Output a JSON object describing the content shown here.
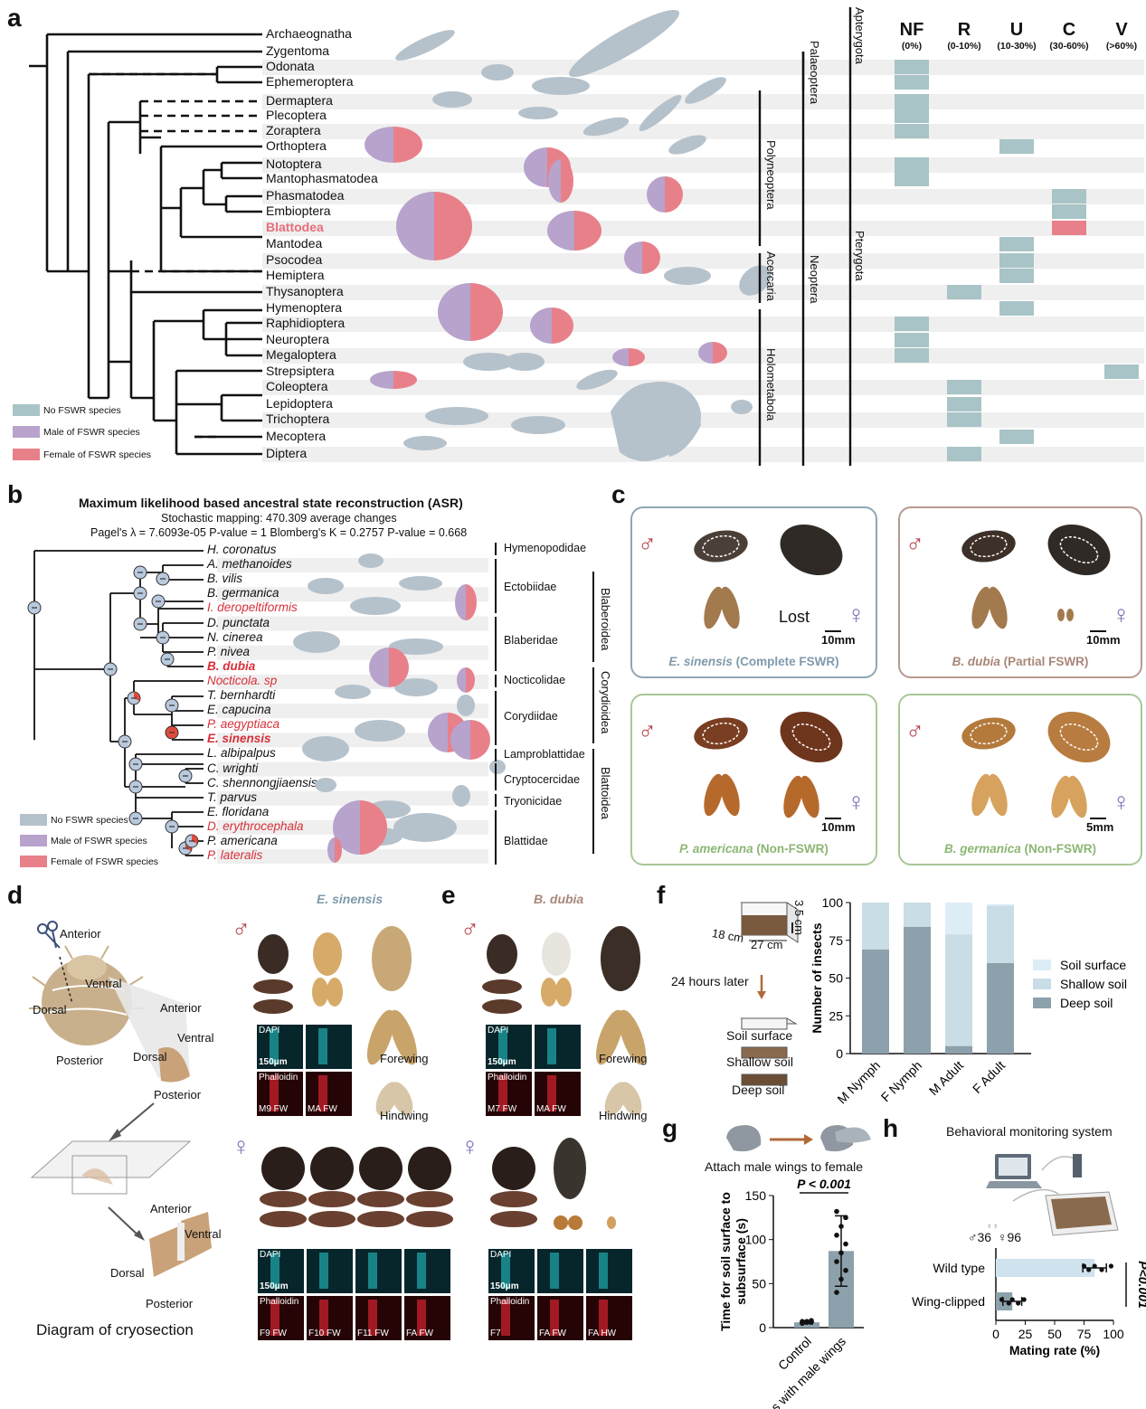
{
  "panel_labels": [
    "a",
    "b",
    "c",
    "d",
    "e",
    "f",
    "g",
    "h"
  ],
  "panel_a": {
    "taxa": [
      "Archaeognatha",
      "Zygentoma",
      "Odonata",
      "Ephemeroptera",
      "Dermaptera",
      "Plecoptera",
      "Zoraptera",
      "Orthoptera",
      "Notoptera",
      "Mantophasmatodea",
      "Phasmatodea",
      "Embioptera",
      "Blattodea",
      "Mantodea",
      "Psocodea",
      "Hemiptera",
      "Thysanoptera",
      "Hymenoptera",
      "Raphidioptera",
      "Neuroptera",
      "Megaloptera",
      "Strepsiptera",
      "Coleoptera",
      "Lepidoptera",
      "Trichoptera",
      "Mecoptera",
      "Diptera"
    ],
    "highlight_taxon": "Blattodea",
    "clade_labels": {
      "apterygota": "Apterygota",
      "palaeoptera": "Palaeoptera",
      "polyneoptera": "Polyneoptera",
      "acercaria": "Acercaria",
      "holometabola": "Holometabola",
      "neoptera": "Neoptera",
      "pterygota": "Pterygota"
    },
    "columns": [
      {
        "name": "NF",
        "range": "(0%)"
      },
      {
        "name": "R",
        "range": "(0-10%)"
      },
      {
        "name": "U",
        "range": "(10-30%)"
      },
      {
        "name": "C",
        "range": "(30-60%)"
      },
      {
        "name": "V",
        "range": "(>60%)"
      }
    ],
    "category_by_taxon": [
      "",
      "",
      "NF",
      "NF",
      "NF",
      "NF",
      "NF",
      "U",
      "NF",
      "NF",
      "C",
      "C",
      "C",
      "U",
      "U",
      "U",
      "R",
      "U",
      "NF",
      "NF",
      "NF",
      "V",
      "R",
      "R",
      "R",
      "U",
      "R"
    ],
    "female_row_index": 12,
    "legend": [
      "No FSWR species",
      "Male of FSWR species",
      "Female of FSWR species"
    ],
    "colors": {
      "no_fswr": "#a8c4c6",
      "male": "#b7a3cc",
      "female": "#e8808a",
      "silhouette": "#b6c2cb",
      "stripe": "#efefef"
    }
  },
  "panel_b": {
    "title": "Maximum likelihood based ancestral state reconstruction (ASR)",
    "subtitle1": "Stochastic mapping:  470.309 average changes",
    "subtitle2": "Pagel's λ = 7.6093e-05 P-value = 1 Blomberg's K = 0.2757 P-value = 0.668",
    "species": [
      {
        "name": "H. coronatus",
        "style": "normal"
      },
      {
        "name": "A. methanoides",
        "style": "normal"
      },
      {
        "name": "B. vilis",
        "style": "normal"
      },
      {
        "name": "B. germanica",
        "style": "normal"
      },
      {
        "name": "I. deropeltiformis",
        "style": "red"
      },
      {
        "name": "D. punctata",
        "style": "normal"
      },
      {
        "name": "N. cinerea",
        "style": "normal"
      },
      {
        "name": "P. nivea",
        "style": "normal"
      },
      {
        "name": "B. dubia",
        "style": "redbold"
      },
      {
        "name": "Nocticola. sp",
        "style": "red"
      },
      {
        "name": "T. bernhardti",
        "style": "normal"
      },
      {
        "name": "E. capucina",
        "style": "normal"
      },
      {
        "name": "P. aegyptiaca",
        "style": "red"
      },
      {
        "name": "E. sinensis",
        "style": "redbold"
      },
      {
        "name": "L. albipalpus",
        "style": "normal"
      },
      {
        "name": "C. wrighti",
        "style": "normal"
      },
      {
        "name": "C. shennongjiaensis",
        "style": "normal"
      },
      {
        "name": "T. parvus",
        "style": "normal"
      },
      {
        "name": "E. floridana",
        "style": "normal"
      },
      {
        "name": "D. erythrocephala",
        "style": "red"
      },
      {
        "name": "P. americana",
        "style": "normal"
      },
      {
        "name": "P. lateralis",
        "style": "red"
      }
    ],
    "families": [
      "Hymenopodidae",
      "Ectobiidae",
      "Blaberidae",
      "Nocticolidae",
      "Corydiidae",
      "Lamproblattidae",
      "Cryptocercidae",
      "Tryonicidae",
      "Blattidae"
    ],
    "superfamilies": [
      "Blaberoidea",
      "Corydioidea",
      "Blattoidea"
    ],
    "legend": [
      "No FSWR species",
      "Male of FSWR species",
      "Female of FSWR species"
    ]
  },
  "panel_c": {
    "cards": [
      {
        "species": "E. sinensis",
        "desc": " (Complete FSWR)",
        "scale": "10mm",
        "lost": "Lost",
        "border": "#8fa6b4",
        "capcolor": "#7f9aab"
      },
      {
        "species": "B. dubia",
        "desc": " (Partial FSWR)",
        "scale": "10mm",
        "lost": "",
        "border": "#b79a90",
        "capcolor": "#a88778"
      },
      {
        "species": "P. americana",
        "desc": " (Non-FSWR)",
        "scale": "10mm",
        "lost": "",
        "border": "#a9c796",
        "capcolor": "#8cb673"
      },
      {
        "species": "B. germanica",
        "desc": " (Non-FSWR)",
        "scale": "5mm",
        "lost": "",
        "border": "#a9c796",
        "capcolor": "#8cb673"
      }
    ],
    "male_symbol": "♂",
    "female_symbol": "♀"
  },
  "panel_d": {
    "labels": {
      "anterior": "Anterior",
      "ventral": "Ventral",
      "dorsal": "Dorsal",
      "posterior": "Posterior"
    },
    "caption": "Diagram of cryosection",
    "species_title": "E. sinensis",
    "forewing": "Forewing",
    "hindwing": "Hindwing",
    "stain1": "DAPI",
    "stain2": "Phalloidin",
    "scale": "150μm",
    "male_tiles": [
      "M9 FW",
      "MA FW"
    ],
    "female_tiles": [
      "F9 FW",
      "F10 FW",
      "F11 FW",
      "FA FW"
    ]
  },
  "panel_e": {
    "species_title": "B. dubia",
    "forewing": "Forewing",
    "hindwing": "Hindwing",
    "stain1": "DAPI",
    "stain2": "Phalloidin",
    "scale": "150μm",
    "male_tiles": [
      "M7 FW",
      "MA FW"
    ],
    "female_tiles": [
      "F7",
      "FA FW",
      "FA HW"
    ]
  },
  "panel_f": {
    "dims": [
      "18 cm",
      "27 cm",
      "3.5 cm"
    ],
    "later": "24 hours later",
    "layers": [
      "Soil surface",
      "Shallow soil",
      "Deep soil"
    ]
  },
  "panel_g": {
    "title": "Attach male wings to female",
    "p_text": "P < 0.001"
  },
  "panel_h": {
    "title": "Behavioral monitoring system",
    "male_n": "♂36",
    "female_n": "♀96",
    "p_text": "P<0.001"
  },
  "chart_data": [
    {
      "type": "bar",
      "id": "f",
      "stacked": true,
      "categories": [
        "M Nymph",
        "F Nymph",
        "M Adult",
        "F Adult"
      ],
      "series": [
        {
          "name": "Deep soil",
          "values": [
            69,
            84,
            5,
            60
          ],
          "color": "#8ca1ab"
        },
        {
          "name": "Shallow soil",
          "values": [
            31,
            16,
            74,
            38
          ],
          "color": "#c9dde6"
        },
        {
          "name": "Soil surface",
          "values": [
            0,
            0,
            21,
            1
          ],
          "color": "#dcedf5"
        }
      ],
      "xlabel": "",
      "ylabel": "Number of insects",
      "ylim": [
        0,
        100
      ],
      "yticks": [
        0,
        25,
        50,
        75,
        100
      ],
      "legend_position": "right"
    },
    {
      "type": "bar",
      "id": "g",
      "categories": [
        "Control",
        "Females with male wings"
      ],
      "values": [
        6,
        87
      ],
      "errors": [
        1.5,
        40
      ],
      "points": [
        [
          5,
          6,
          6,
          7,
          7,
          8,
          5,
          6,
          7,
          6
        ],
        [
          40,
          55,
          65,
          75,
          85,
          95,
          105,
          115,
          125,
          132
        ]
      ],
      "ylabel": "Time for soil surface to subsurface (s)",
      "ylim": [
        0,
        150
      ],
      "yticks": [
        0,
        50,
        100,
        150
      ],
      "color": "#8ca1ab"
    },
    {
      "type": "bar",
      "id": "h",
      "orientation": "horizontal",
      "categories": [
        "Wild type",
        "Wing-clipped"
      ],
      "values": [
        84,
        14
      ],
      "errors": [
        10,
        8
      ],
      "points": [
        [
          75,
          79,
          84,
          90,
          98
        ],
        [
          5,
          11,
          14,
          19,
          24
        ]
      ],
      "xlabel": "Mating rate (%)",
      "xlim": [
        0,
        100
      ],
      "xticks": [
        0,
        25,
        50,
        75,
        100
      ],
      "colors": [
        "#cfe3ee",
        "#8ca1ab"
      ]
    }
  ]
}
